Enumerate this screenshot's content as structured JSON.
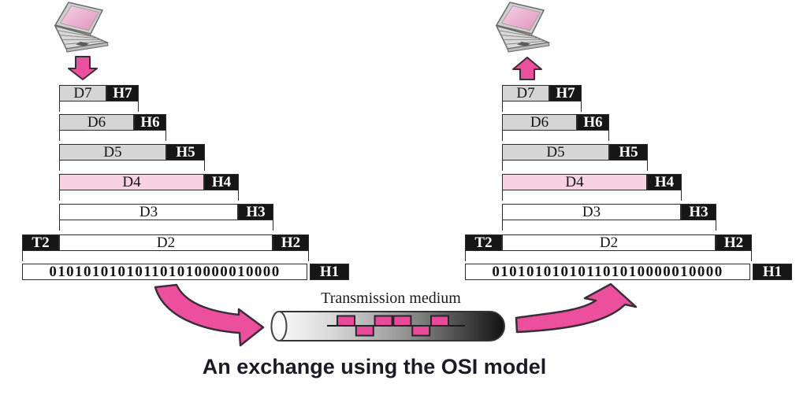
{
  "caption": "An exchange using the OSI model",
  "transmission_label": "Transmission medium",
  "stack": {
    "rows": [
      {
        "segments": [
          {
            "name": "d7-data",
            "label": "D7",
            "style": "gray"
          },
          {
            "name": "h7-header",
            "label": "H7",
            "style": "black"
          }
        ]
      },
      {
        "segments": [
          {
            "name": "d6-data",
            "label": "D6",
            "style": "gray"
          },
          {
            "name": "h6-header",
            "label": "H6",
            "style": "black"
          }
        ]
      },
      {
        "segments": [
          {
            "name": "d5-data",
            "label": "D5",
            "style": "gray"
          },
          {
            "name": "h5-header",
            "label": "H5",
            "style": "black"
          }
        ]
      },
      {
        "segments": [
          {
            "name": "d4-data",
            "label": "D4",
            "style": "pink"
          },
          {
            "name": "h4-header",
            "label": "H4",
            "style": "black"
          }
        ]
      },
      {
        "segments": [
          {
            "name": "d3-data",
            "label": "D3",
            "style": "white"
          },
          {
            "name": "h3-header",
            "label": "H3",
            "style": "black"
          }
        ]
      },
      {
        "segments": [
          {
            "name": "t2-trailer",
            "label": "T2",
            "style": "black"
          },
          {
            "name": "d2-data",
            "label": "D2",
            "style": "white"
          },
          {
            "name": "h2-header",
            "label": "H2",
            "style": "black"
          }
        ]
      },
      {
        "segments": [
          {
            "name": "binary-bits",
            "label": "010101010101101010000010000",
            "style": "white",
            "variant": "binary"
          },
          {
            "name": "h1-header",
            "label": "H1",
            "style": "black"
          }
        ]
      }
    ]
  },
  "signal_bits": [
    "1",
    "0",
    "1",
    "1",
    "0",
    "1"
  ],
  "colors": {
    "accent_pink": "#ec4f9d",
    "signal_pink": "#e84a9a",
    "data_pink": "#f7d3e1",
    "data_gray": "#d5d5d5",
    "header_black": "#161616",
    "outline_dark": "#3a2f38"
  }
}
